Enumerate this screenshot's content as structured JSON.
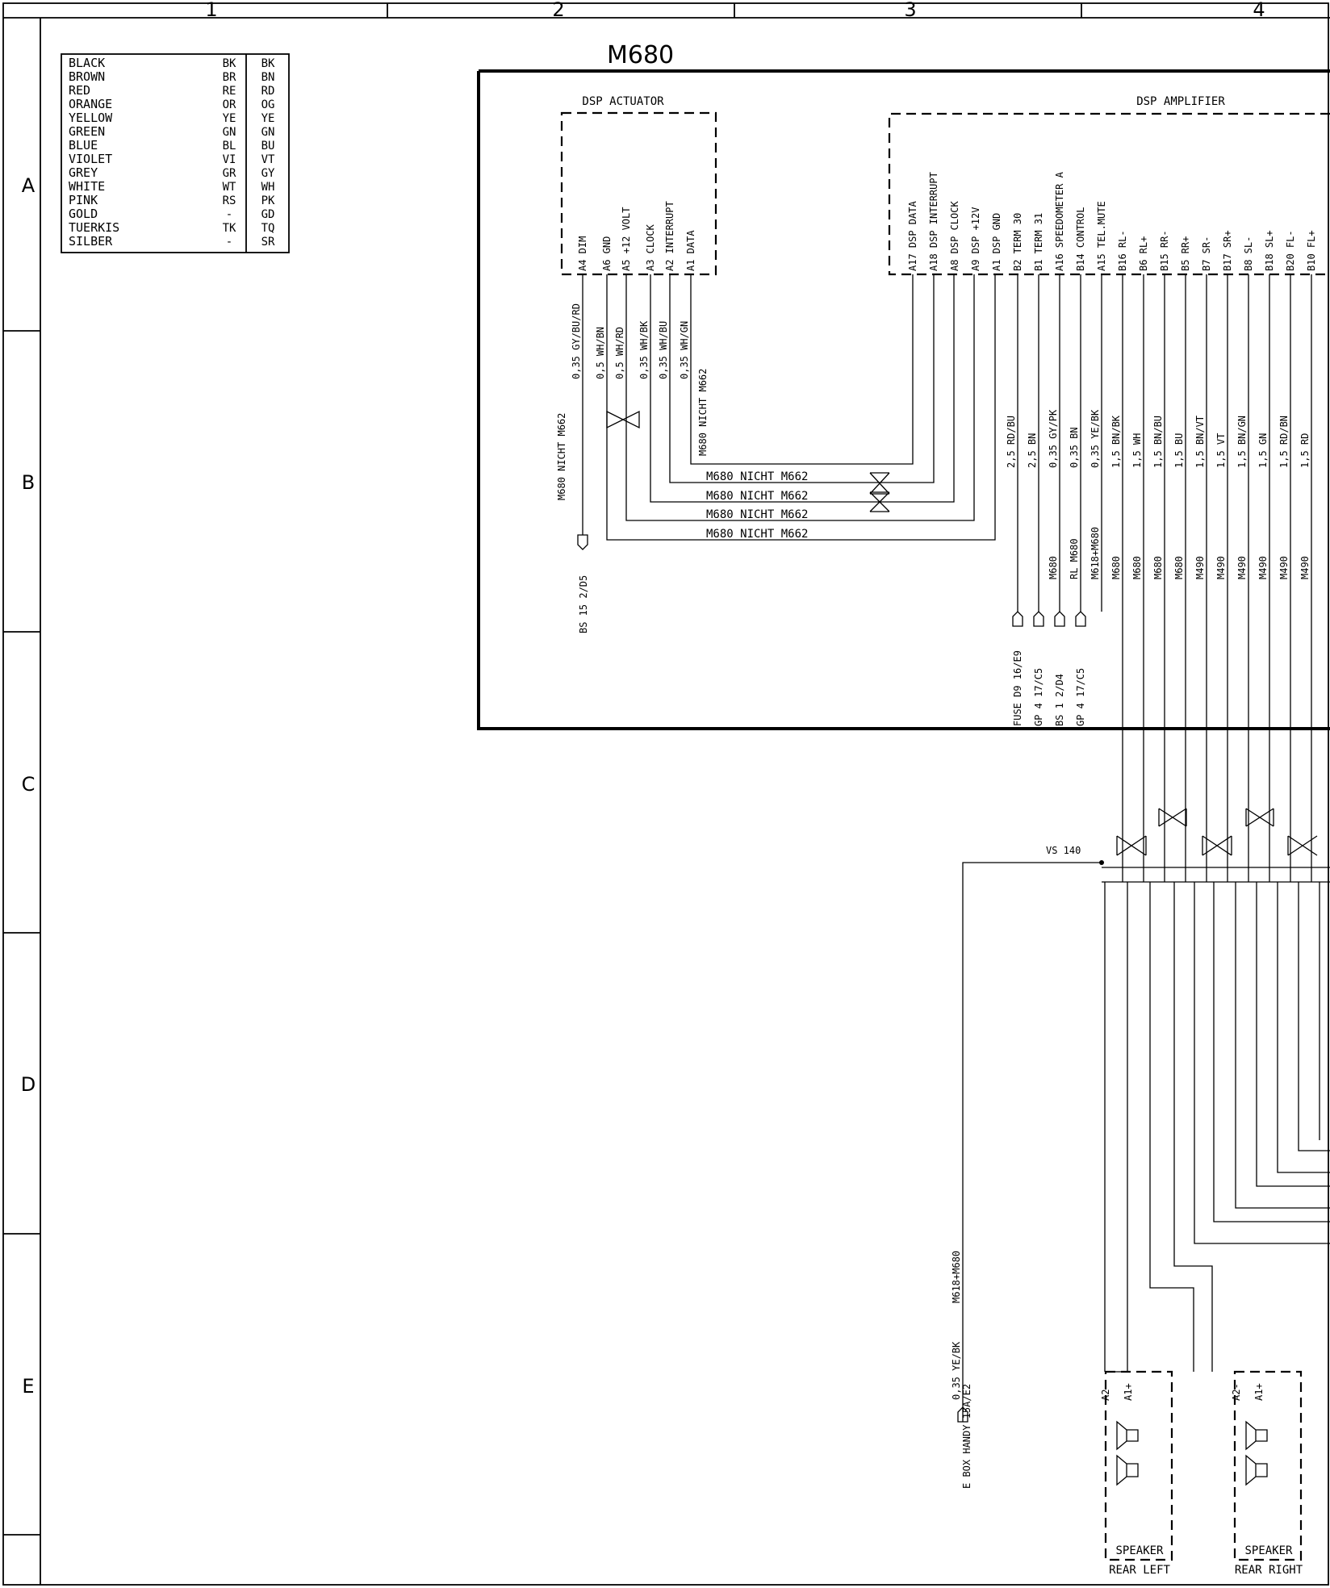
{
  "grid": {
    "columns": [
      "1",
      "2",
      "3",
      "4"
    ],
    "rows": [
      "A",
      "B",
      "C",
      "D",
      "E"
    ]
  },
  "color_table": [
    {
      "name": "BLACK",
      "de": "BK",
      "en": "BK"
    },
    {
      "name": "BROWN",
      "de": "BR",
      "en": "BN"
    },
    {
      "name": "RED",
      "de": "RE",
      "en": "RD"
    },
    {
      "name": "ORANGE",
      "de": "OR",
      "en": "OG"
    },
    {
      "name": "YELLOW",
      "de": "YE",
      "en": "YE"
    },
    {
      "name": "GREEN",
      "de": "GN",
      "en": "GN"
    },
    {
      "name": "BLUE",
      "de": "BL",
      "en": "BU"
    },
    {
      "name": "VIOLET",
      "de": "VI",
      "en": "VT"
    },
    {
      "name": "GREY",
      "de": "GR",
      "en": "GY"
    },
    {
      "name": "WHITE",
      "de": "WT",
      "en": "WH"
    },
    {
      "name": "PINK",
      "de": "RS",
      "en": "PK"
    },
    {
      "name": "GOLD",
      "de": "-",
      "en": "GD"
    },
    {
      "name": "TUERKIS",
      "de": "TK",
      "en": "TQ"
    },
    {
      "name": "SILBER",
      "de": "-",
      "en": "SR"
    }
  ],
  "model_label": "M680",
  "actuator": {
    "title": "DSP ACTUATOR",
    "pins": [
      {
        "pin": "A4",
        "label": "DIM",
        "wire": "0,35 GY/BU/RD"
      },
      {
        "pin": "A6",
        "label": "GND",
        "wire": "0,5 WH/BN"
      },
      {
        "pin": "A5",
        "label": "+12 VOLT",
        "wire": "0,5 WH/RD"
      },
      {
        "pin": "A3",
        "label": "CLOCK",
        "wire": "0,35 WH/BK"
      },
      {
        "pin": "A2",
        "label": "INTERRUPT",
        "wire": "0,35 WH/BU"
      },
      {
        "pin": "A1",
        "label": "DATA",
        "wire": "0,35 WH/GN"
      }
    ],
    "dim_note": "M680 NICHT M662",
    "dim_ref": "BS 15  2/D5",
    "data_note": "M680 NICHT M662"
  },
  "nicht_labels": [
    "M680 NICHT M662",
    "M680 NICHT M662",
    "M680 NICHT M662",
    "M680 NICHT M662"
  ],
  "amplifier": {
    "title": "DSP AMPLIFIER",
    "pins": [
      {
        "pin": "A17",
        "label": "DSP DATA",
        "wire": "",
        "note": ""
      },
      {
        "pin": "A18",
        "label": "DSP INTERRUPT",
        "wire": "",
        "note": ""
      },
      {
        "pin": "A8",
        "label": "DSP CLOCK",
        "wire": "",
        "note": ""
      },
      {
        "pin": "A9",
        "label": "DSP +12V",
        "wire": "",
        "note": ""
      },
      {
        "pin": "A1",
        "label": "DSP GND",
        "wire": "",
        "note": ""
      },
      {
        "pin": "B2",
        "label": "TERM 30",
        "wire": "2,5 RD/BU",
        "note": ""
      },
      {
        "pin": "B1",
        "label": "TERM 31",
        "wire": "2,5 BN",
        "note": ""
      },
      {
        "pin": "A16",
        "label": "SPEEDOMETER A",
        "wire": "0,35 GY/PK",
        "note": "M680"
      },
      {
        "pin": "B14",
        "label": "CONTROL",
        "wire": "0,35 BN",
        "note": "RL M680"
      },
      {
        "pin": "A15",
        "label": "TEL.MUTE",
        "wire": "0,35 YE/BK",
        "note": "M618+M680"
      },
      {
        "pin": "B16",
        "label": "RL-",
        "wire": "1,5 BN/BK",
        "note": "M680"
      },
      {
        "pin": "B6",
        "label": "RL+",
        "wire": "1,5 WH",
        "note": "M680"
      },
      {
        "pin": "B15",
        "label": "RR-",
        "wire": "1,5 BN/BU",
        "note": "M680"
      },
      {
        "pin": "B5",
        "label": "RR+",
        "wire": "1,5 BU",
        "note": "M680"
      },
      {
        "pin": "B7",
        "label": "SR-",
        "wire": "1,5 BN/VT",
        "note": "M490"
      },
      {
        "pin": "B17",
        "label": "SR+",
        "wire": "1,5 VT",
        "note": "M490"
      },
      {
        "pin": "B8",
        "label": "SL-",
        "wire": "1,5 BN/GN",
        "note": "M490"
      },
      {
        "pin": "B18",
        "label": "SL+",
        "wire": "1,5 GN",
        "note": "M490"
      },
      {
        "pin": "B20",
        "label": "FL-",
        "wire": "1,5 RD/BN",
        "note": "M490"
      },
      {
        "pin": "B10",
        "label": "FL+",
        "wire": "1,5 RD",
        "note": "M490"
      }
    ],
    "refs": [
      "FUSE D9  16/E9",
      "GP 4  17/C5",
      "BS 1  2/D4",
      "GP 4  17/C5"
    ]
  },
  "splice_label": "VS 140",
  "handy": {
    "wire": "0,35 YE/BK",
    "note": "M618+M680",
    "ref": "E BOX HANDY  15A/E2"
  },
  "speakers": [
    {
      "line1": "SPEAKER",
      "line2": "REAR LEFT",
      "pin_neg": "A2-",
      "pin_pos": "A1+"
    },
    {
      "line1": "SPEAKER",
      "line2": "REAR RIGHT",
      "pin_neg": "A2-",
      "pin_pos": "A1+"
    }
  ]
}
